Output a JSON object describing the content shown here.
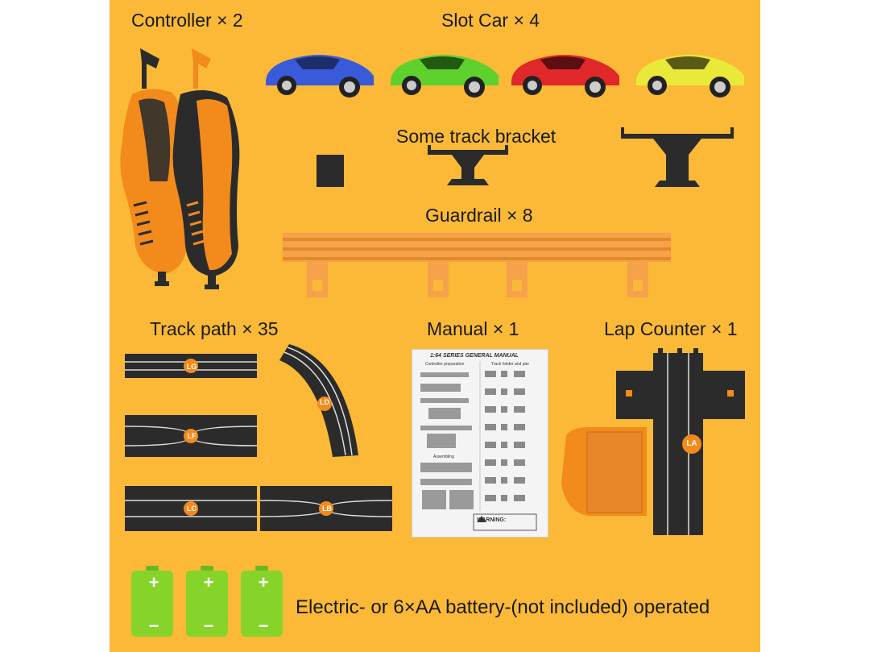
{
  "labels": {
    "controller": "Controller × 2",
    "slot_car": "Slot Car × 4",
    "bracket": "Some track bracket",
    "guardrail": "Guardrail × 8",
    "track_path": "Track path × 35",
    "manual": "Manual × 1",
    "lap_counter": "Lap Counter × 1",
    "battery": "Electric- or 6×AA battery-(not included) operated"
  },
  "track_pieces": [
    "LG",
    "LD",
    "LF",
    "LC",
    "LB",
    "LA"
  ],
  "manual": {
    "title": "1:64 SERIES GENERAL MANUAL",
    "section_left": "Controller preparation",
    "section_right": "Track holder and pier",
    "assembling": "Assembling",
    "warning": "WARNING:"
  },
  "battery_signs": {
    "plus": "+",
    "minus": "−"
  },
  "colors": {
    "background": "#fbb937",
    "orange": "#f28a1c",
    "dark": "#2b2b2b",
    "blue_car": "#3a5bd9",
    "green_car": "#5fd12e",
    "red_car": "#e0282a",
    "yellow_car": "#e9e93a",
    "battery": "#86d42a"
  }
}
